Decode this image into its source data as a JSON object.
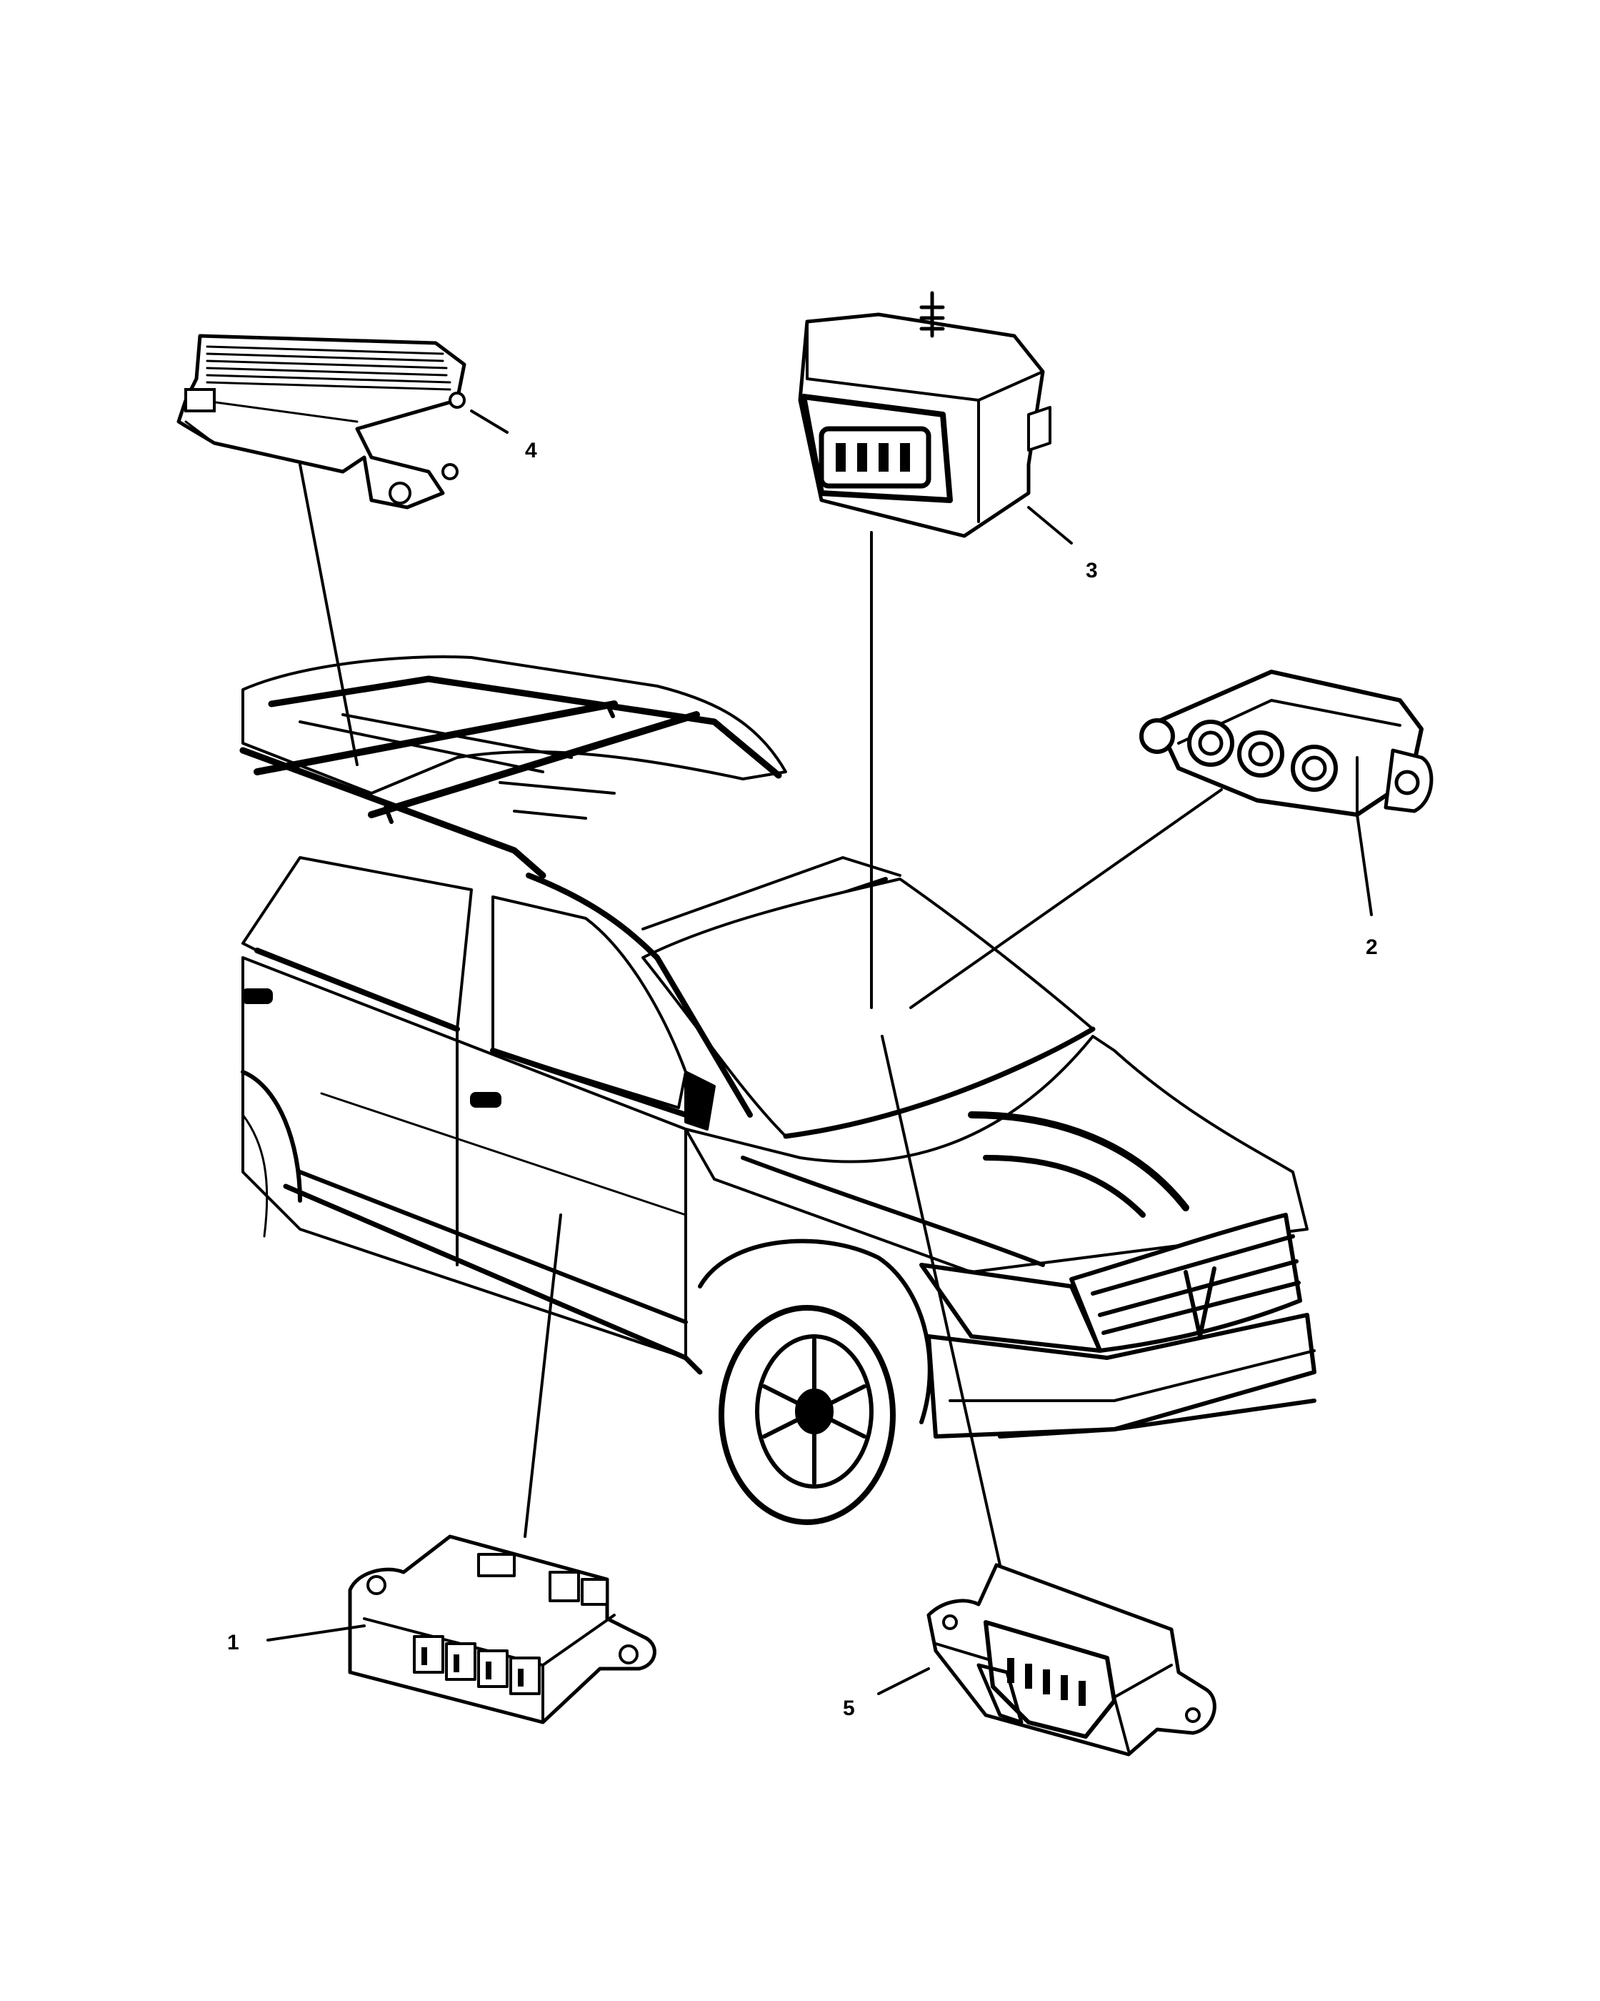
{
  "diagram": {
    "line_color": "#000000",
    "background": "#ffffff",
    "callouts": [
      {
        "id": "1",
        "label": "1",
        "part": "module-1"
      },
      {
        "id": "2",
        "label": "2",
        "part": "module-2"
      },
      {
        "id": "3",
        "label": "3",
        "part": "module-3"
      },
      {
        "id": "4",
        "label": "4",
        "part": "module-4"
      },
      {
        "id": "5",
        "label": "5",
        "part": "module-5"
      }
    ]
  }
}
